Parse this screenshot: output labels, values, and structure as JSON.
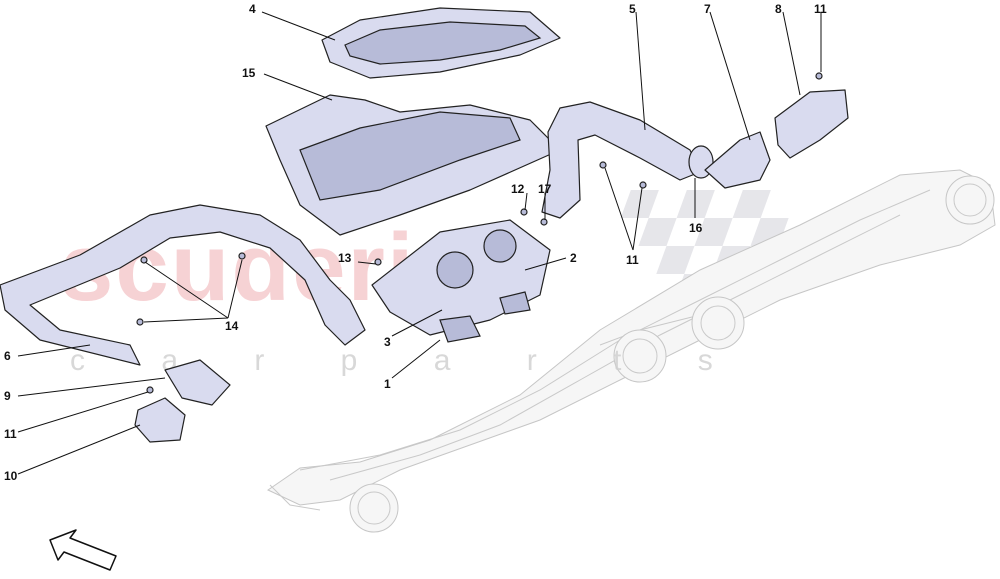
{
  "watermark": {
    "brand": "scuderia",
    "sub": "c a r  p a r t s"
  },
  "callouts": {
    "c1": "1",
    "c2": "2",
    "c3": "3",
    "c4": "4",
    "c5": "5",
    "c6": "6",
    "c7": "7",
    "c8": "8",
    "c9": "9",
    "c10": "10",
    "c11a": "11",
    "c11b": "11",
    "c11c": "11",
    "c12": "12",
    "c13": "13",
    "c14": "14",
    "c15": "15",
    "c16": "16",
    "c17": "17"
  },
  "colors": {
    "part_fill": "#d9dbef",
    "watermark_red": "#f4c3c6"
  },
  "icons": {
    "orientation": "direction-arrow-icon"
  }
}
